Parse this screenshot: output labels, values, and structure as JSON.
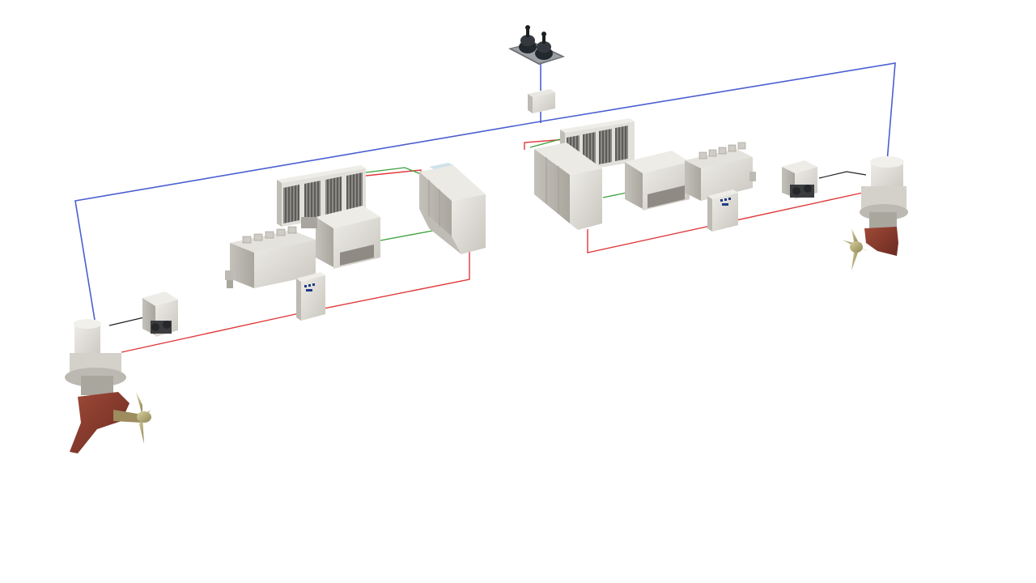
{
  "diagram": {
    "components": [
      {
        "id": "bridge-control-consoles",
        "kind": "control-console"
      },
      {
        "id": "control-junction-box",
        "kind": "junction-box"
      },
      {
        "id": "port-azimuth-thruster",
        "kind": "azimuth-thruster"
      },
      {
        "id": "port-steering-unit",
        "kind": "steering-unit"
      },
      {
        "id": "port-diesel-engine",
        "kind": "diesel-engine"
      },
      {
        "id": "port-generator",
        "kind": "generator"
      },
      {
        "id": "port-radiator-bank",
        "kind": "radiator-bank"
      },
      {
        "id": "port-engine-control-cabinet",
        "kind": "control-cabinet"
      },
      {
        "id": "port-switchboard",
        "kind": "switchboard"
      },
      {
        "id": "starboard-switchboard",
        "kind": "switchboard"
      },
      {
        "id": "starboard-radiator-bank",
        "kind": "radiator-bank"
      },
      {
        "id": "starboard-generator",
        "kind": "generator"
      },
      {
        "id": "starboard-diesel-engine",
        "kind": "diesel-engine"
      },
      {
        "id": "starboard-engine-control-cabinet",
        "kind": "control-cabinet"
      },
      {
        "id": "starboard-steering-unit",
        "kind": "steering-unit"
      },
      {
        "id": "starboard-azimuth-thruster",
        "kind": "azimuth-thruster"
      }
    ],
    "connection_colors": {
      "control": "#4a5fd0",
      "power": "#e0393b",
      "generator": "#3aa03a",
      "signal": "#222222"
    },
    "colors": {
      "equipment": "#dcdad4",
      "equipment_shade": "#b9b6ae",
      "equipment_dark": "#9e9a92",
      "hull": "#8a3a2c",
      "propeller": "#b8ad7a",
      "console": "#2a2f33"
    }
  }
}
